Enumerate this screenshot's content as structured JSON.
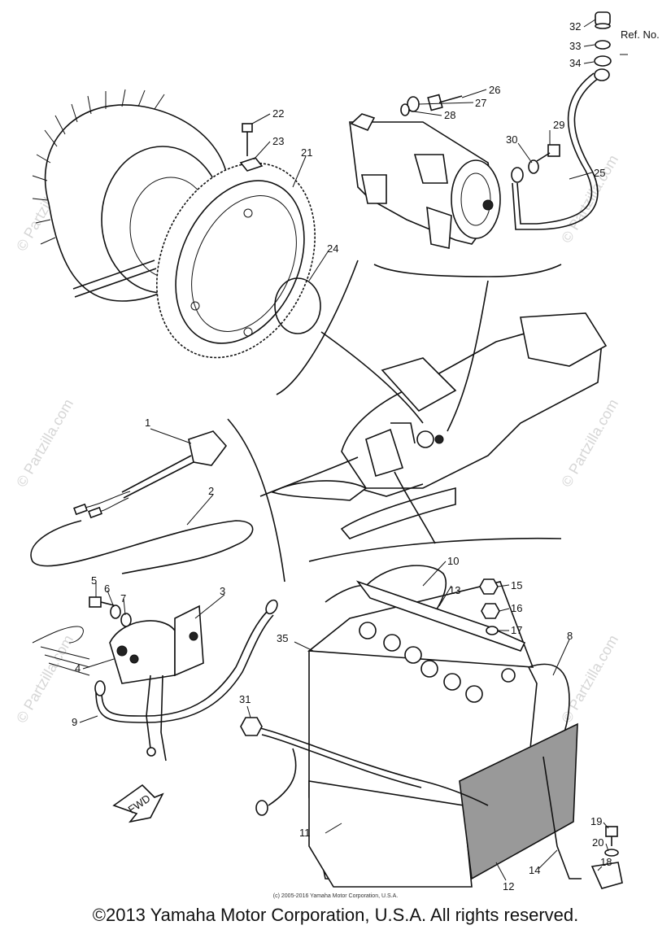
{
  "watermark": "© Partzilla.com",
  "ref_header": "Ref. No.",
  "callouts": [
    {
      "id": "1",
      "label": "1"
    },
    {
      "id": "2",
      "label": "2"
    },
    {
      "id": "3",
      "label": "3"
    },
    {
      "id": "4",
      "label": "4"
    },
    {
      "id": "5",
      "label": "5"
    },
    {
      "id": "6",
      "label": "6"
    },
    {
      "id": "7",
      "label": "7"
    },
    {
      "id": "8",
      "label": "8"
    },
    {
      "id": "9",
      "label": "9"
    },
    {
      "id": "10",
      "label": "10"
    },
    {
      "id": "11",
      "label": "11"
    },
    {
      "id": "12",
      "label": "12"
    },
    {
      "id": "13",
      "label": "13"
    },
    {
      "id": "14",
      "label": "14"
    },
    {
      "id": "15",
      "label": "15"
    },
    {
      "id": "16",
      "label": "16"
    },
    {
      "id": "17",
      "label": "17"
    },
    {
      "id": "18",
      "label": "18"
    },
    {
      "id": "19",
      "label": "19"
    },
    {
      "id": "20",
      "label": "20"
    },
    {
      "id": "21",
      "label": "21"
    },
    {
      "id": "22",
      "label": "22"
    },
    {
      "id": "23",
      "label": "23"
    },
    {
      "id": "24",
      "label": "24"
    },
    {
      "id": "25",
      "label": "25"
    },
    {
      "id": "26",
      "label": "26"
    },
    {
      "id": "27",
      "label": "27"
    },
    {
      "id": "28",
      "label": "28"
    },
    {
      "id": "29",
      "label": "29"
    },
    {
      "id": "30",
      "label": "30"
    },
    {
      "id": "31",
      "label": "31"
    },
    {
      "id": "32",
      "label": "32"
    },
    {
      "id": "33",
      "label": "33"
    },
    {
      "id": "34",
      "label": "34"
    },
    {
      "id": "35",
      "label": "35"
    }
  ],
  "fwd_label": "FWD",
  "small_credit": "(c) 2005-2016 Yamaha Motor Corporation, U.S.A.",
  "footer": "©2013 Yamaha Motor Corporation, U.S.A. All rights reserved."
}
